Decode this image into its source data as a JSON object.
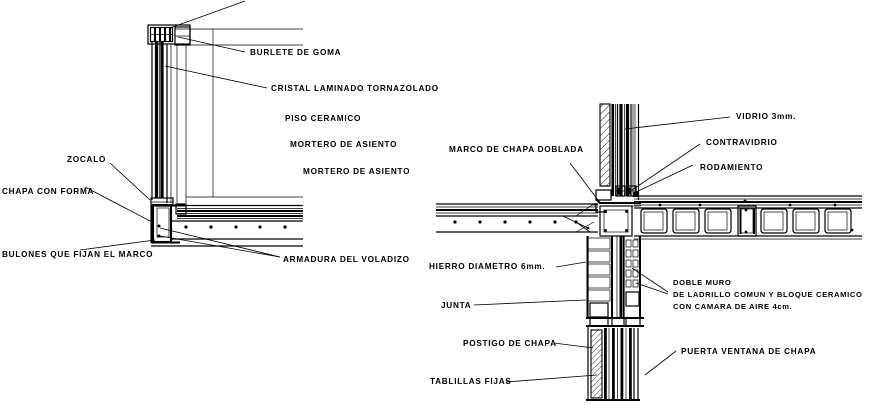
{
  "drawing": {
    "title": "Detalle constructivo de carpinteria y losa",
    "ink_color": "#000000",
    "background_color": "#ffffff",
    "panels": [
      {
        "id": "left",
        "name": "detalle-ventana-voladizo"
      },
      {
        "id": "right",
        "name": "detalle-puerta-ventana-doble-muro"
      }
    ]
  },
  "left_panel": {
    "labels": {
      "burlete": "BURLETE DE GOMA",
      "cristal": "CRISTAL LAMINADO TORNAZOLADO",
      "piso": "PISO CERAMICO",
      "mortero1": "MORTERO DE ASIENTO",
      "mortero2": "MORTERO DE ASIENTO",
      "zocalo": "ZOCALO",
      "chapa": "CHAPA CON FORMA",
      "bulones": "BULONES QUE FIJAN EL MARCO",
      "armadura": "ARMADURA DEL VOLADIZO"
    }
  },
  "right_panel": {
    "labels": {
      "vidrio": "VIDRIO 3mm.",
      "contravidrio": "CONTRAVIDRIO",
      "rodamiento": "RODAMIENTO",
      "marco": "MARCO DE CHAPA DOBLADA",
      "hierro": "HIERRO DIAMETRO 6mm.",
      "junta": "JUNTA",
      "postigo": "POSTIGO DE CHAPA",
      "tablillas": "TABLILLAS FIJAS",
      "doble_muro_1": "DOBLE MURO",
      "doble_muro_2": "DE LADRILLO COMUN Y BLOQUE CERAMICO",
      "doble_muro_3": "CON CAMARA DE AIRE 4cm.",
      "puerta": "PUERTA VENTANA DE CHAPA"
    }
  }
}
